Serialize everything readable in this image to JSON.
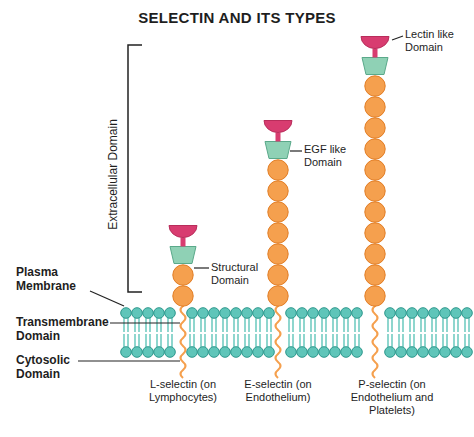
{
  "diagram": {
    "title": "SELECTIN AND ITS TYPES",
    "labels": [
      "Extracellular Domain",
      "Lectin like Domain",
      "EGF like Domain",
      "Structural Domain",
      "Plasma Membrane",
      "Transmembrane Domain",
      "Cytosolic Domain",
      "L-selectin (on Lymphocytes)",
      "E-selectin (on Endothelium)",
      "P-selectin (on Endothelium and Platelets)"
    ]
  }
}
